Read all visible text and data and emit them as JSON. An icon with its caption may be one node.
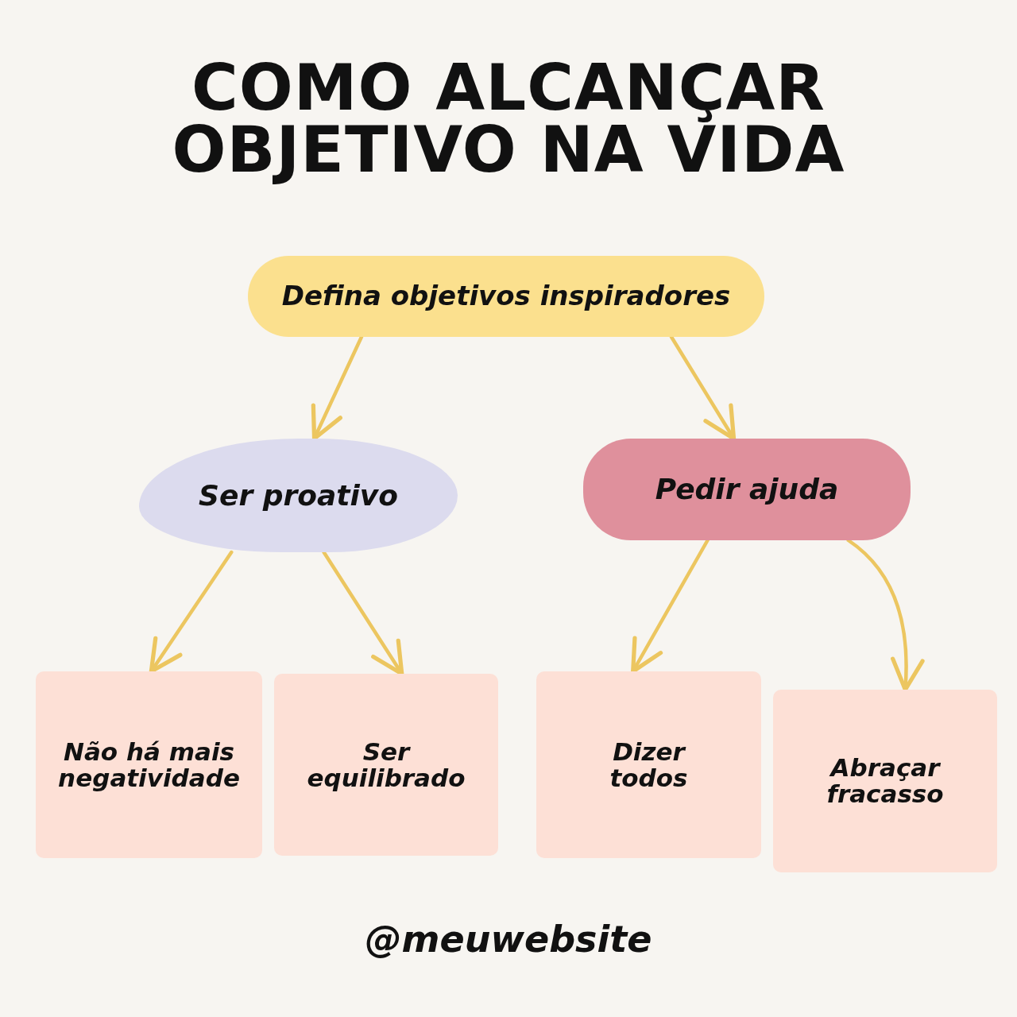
{
  "diagram": {
    "title": "COMO ALCANÇAR OBJETIVO NA VIDA",
    "nodes": [
      {
        "text": [
          "Defina objetivos inspiradores"
        ]
      },
      {
        "text": [
          "Ser proativo"
        ]
      },
      {
        "text": [
          "Pedir ajuda"
        ]
      },
      {
        "text": [
          "Não há mais negatividade"
        ]
      },
      {
        "text": [
          "Ser equilibrado"
        ]
      },
      {
        "text": [
          "Dizer todos"
        ]
      },
      {
        "text": [
          "Abraçar fracasso"
        ]
      }
    ],
    "edges": [
      {
        "from": 0,
        "to": 1,
        "arrow": "to"
      },
      {
        "from": 0,
        "to": 2,
        "arrow": "to"
      },
      {
        "from": 1,
        "to": 3,
        "arrow": "to"
      },
      {
        "from": 1,
        "to": 4,
        "arrow": "to"
      },
      {
        "from": 2,
        "to": 5,
        "arrow": "to"
      },
      {
        "from": 2,
        "to": 6,
        "arrow": "to"
      }
    ],
    "labels": [
      "@meuwebsite"
    ]
  }
}
